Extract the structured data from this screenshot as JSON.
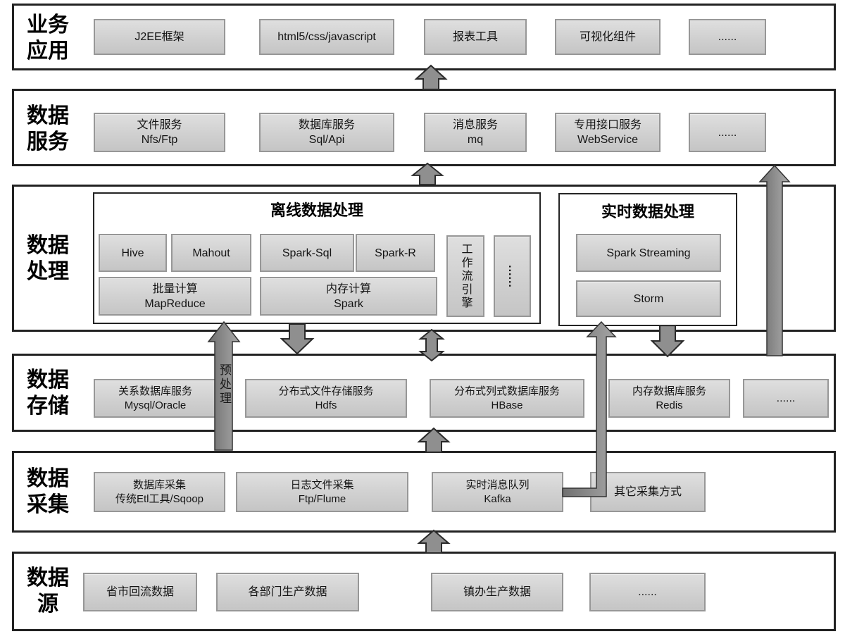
{
  "diagram": {
    "layers": {
      "app": {
        "label_line1": "业务",
        "label_line2": "应用",
        "boxes": {
          "b1": "J2EE框架",
          "b2": "html5/css/javascript",
          "b3": "报表工具",
          "b4": "可视化组件",
          "b5": "......"
        }
      },
      "service": {
        "label_line1": "数据",
        "label_line2": "服务",
        "boxes": {
          "b1": {
            "line1": "文件服务",
            "line2": "Nfs/Ftp"
          },
          "b2": {
            "line1": "数据库服务",
            "line2": "Sql/Api"
          },
          "b3": {
            "line1": "消息服务",
            "line2": "mq"
          },
          "b4": {
            "line1": "专用接口服务",
            "line2": "WebService"
          },
          "b5": "......"
        }
      },
      "processing": {
        "label_line1": "数据",
        "label_line2": "处理",
        "offline": {
          "title": "离线数据处理",
          "row1": {
            "b1": "Hive",
            "b2": "Mahout",
            "b3": "Spark-Sql",
            "b4": "Spark-R"
          },
          "workflow": "工作流引擎",
          "dots": "......",
          "row2": {
            "b1": {
              "line1": "批量计算",
              "line2": "MapReduce"
            },
            "b2": {
              "line1": "内存计算",
              "line2": "Spark"
            }
          }
        },
        "realtime": {
          "title": "实时数据处理",
          "b1": "Spark Streaming",
          "b2": "Storm"
        }
      },
      "storage": {
        "label_line1": "数据",
        "label_line2": "存储",
        "boxes": {
          "b1": {
            "line1": "关系数据库服务",
            "line2": "Mysql/Oracle"
          },
          "b2": {
            "line1": "分布式文件存储服务",
            "line2": "Hdfs"
          },
          "b3": {
            "line1": "分布式列式数据库服务",
            "line2": "HBase"
          },
          "b4": {
            "line1": "内存数据库服务",
            "line2": "Redis"
          },
          "b5": "......"
        }
      },
      "collection": {
        "label_line1": "数据",
        "label_line2": "采集",
        "boxes": {
          "b1": {
            "line1": "数据库采集",
            "line2": "传统Etl工具/Sqoop"
          },
          "b2": {
            "line1": "日志文件采集",
            "line2": "Ftp/Flume"
          },
          "b3": {
            "line1": "实时消息队列",
            "line2": "Kafka"
          },
          "b4": "其它采集方式"
        }
      },
      "source": {
        "label_line1": "数据",
        "label_line2": "源",
        "boxes": {
          "b1": "省市回流数据",
          "b2": "各部门生产数据",
          "b3": "镇办生产数据",
          "b4": "......"
        }
      }
    },
    "arrows": {
      "preprocess_label": "预处理"
    },
    "colors": {
      "band_border": "#222222",
      "box_border": "#979797",
      "box_fill_top": "#dfdfdf",
      "box_fill_bottom": "#c5c5c5",
      "arrow_fill": "#8f8f8f",
      "arrow_outline": "#2a2a2a"
    }
  }
}
